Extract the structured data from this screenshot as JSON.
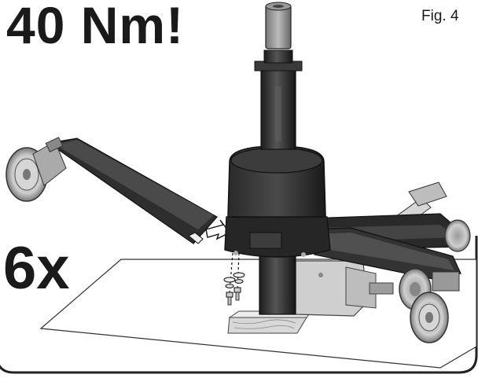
{
  "labels": {
    "torque": "40 Nm!",
    "quantity": "6x",
    "figure": "Fig. 4"
  }
}
